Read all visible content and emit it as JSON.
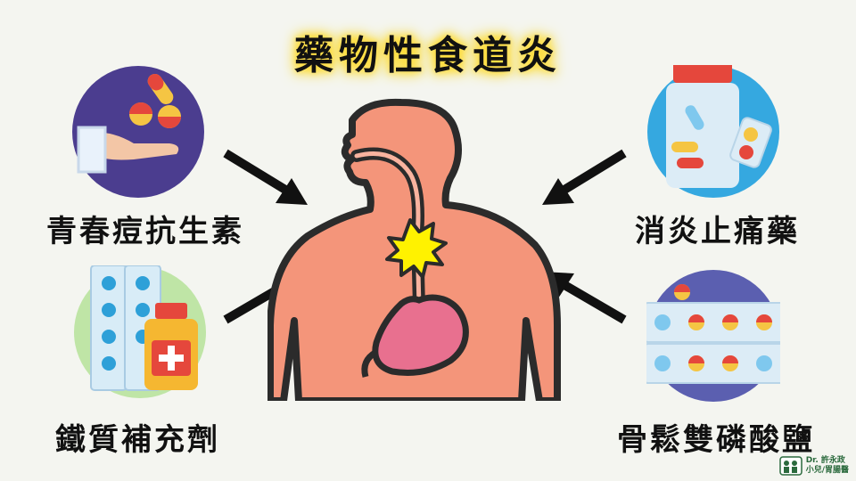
{
  "title": "藥物性食道炎",
  "labels": {
    "top_left": "青春痘抗生素",
    "bottom_left": "鐵質補充劑",
    "top_right": "消炎止痛藥",
    "bottom_right": "骨鬆雙磷酸鹽"
  },
  "credit": {
    "line1": "Dr. 許永政",
    "line2": "小兒/胃腸醫"
  },
  "colors": {
    "body": "#f4957a",
    "stomach": "#e8708f",
    "burst": "#fff200",
    "title_glow": "#ffd400"
  }
}
